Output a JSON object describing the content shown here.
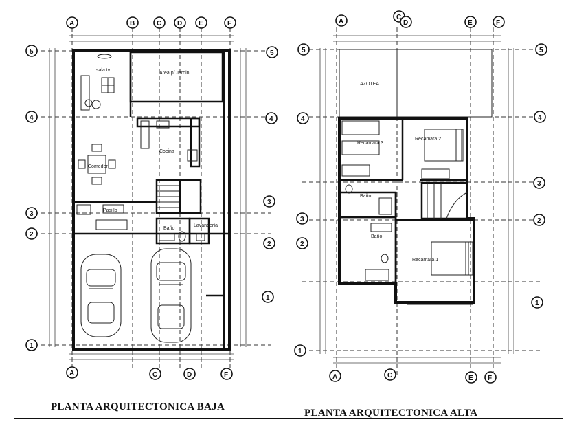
{
  "titles": {
    "ground_floor": "PLANTA ARQUITECTONICA BAJA",
    "upper_floor": "PLANTA ARQUITECTONICA ALTA"
  },
  "ground_floor": {
    "grid_top": [
      "A",
      "B",
      "C",
      "D",
      "E",
      "F"
    ],
    "grid_bottom": [
      "A",
      "C",
      "D",
      "F"
    ],
    "grid_left": [
      "5",
      "4",
      "3",
      "2",
      "1"
    ],
    "grid_right": [
      "5",
      "4",
      "3",
      "2",
      "1"
    ],
    "rooms": {
      "sala": "sala tv",
      "patio": "Area p/ Jardin",
      "cocina": "Cocina",
      "comedor": "Comedor",
      "bano": "Baño",
      "lavanderia": "Lavandería",
      "pasillo": "Pasillo"
    }
  },
  "upper_floor": {
    "grid_top": [
      "A",
      "C",
      "D",
      "E",
      "F"
    ],
    "grid_bottom": [
      "A",
      "C",
      "E",
      "F"
    ],
    "grid_left": [
      "5",
      "4",
      "3",
      "2",
      "1"
    ],
    "grid_right": [
      "5",
      "4",
      "3",
      "2",
      "1"
    ],
    "rooms": {
      "azotea": "AZOTEA",
      "rec3": "Recamara 3",
      "rec2": "Recamara 2",
      "rec1": "Recamara 1",
      "bano": "Baño",
      "bano2": "Baño"
    }
  }
}
